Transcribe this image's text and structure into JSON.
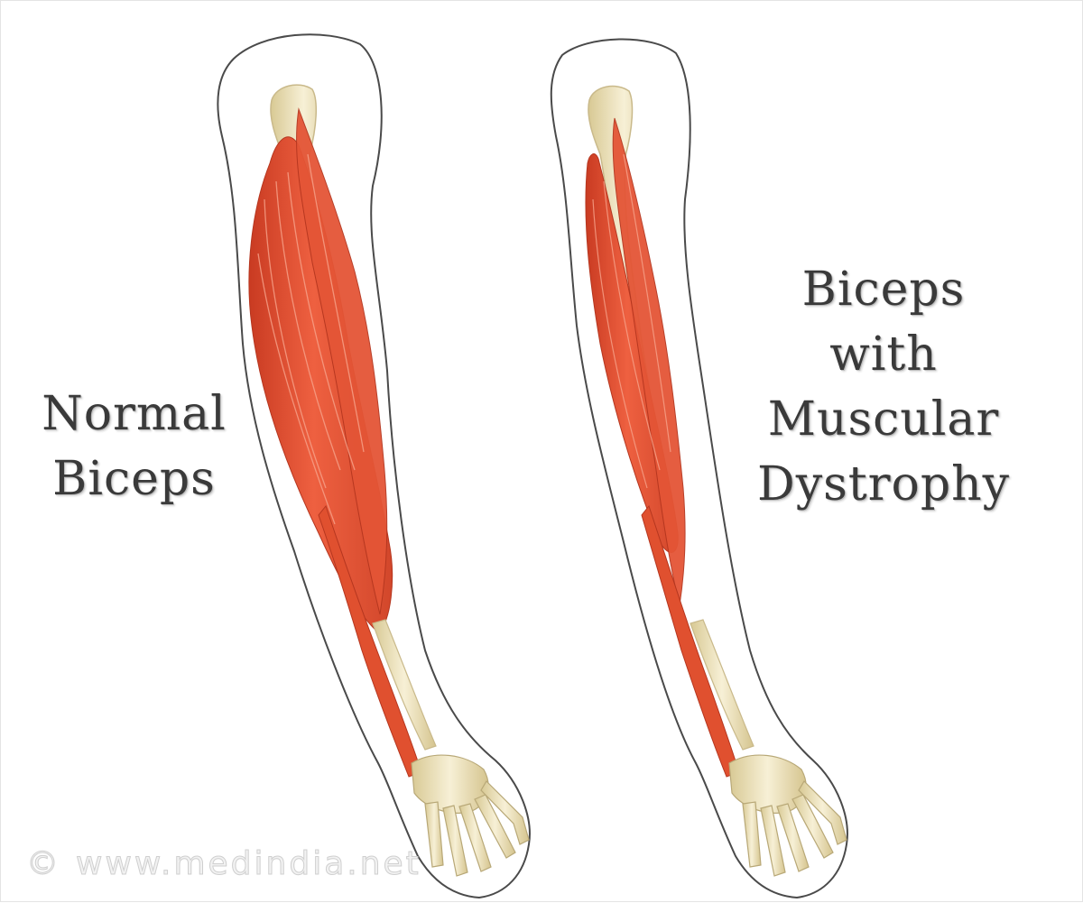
{
  "labels": {
    "normal": [
      "Normal",
      "Biceps"
    ],
    "dystrophy": [
      "Biceps",
      "with",
      "Muscular",
      "Dystrophy"
    ]
  },
  "watermark": {
    "symbol": "©",
    "text": "www.medindia.net"
  },
  "colors": {
    "muscle": "#e8593a",
    "muscle_dark": "#c23a22",
    "muscle_light": "#f4876a",
    "bone": "#efe6c2",
    "bone_edge": "#c9b98a",
    "arm_outline": "#4a4a4a"
  }
}
